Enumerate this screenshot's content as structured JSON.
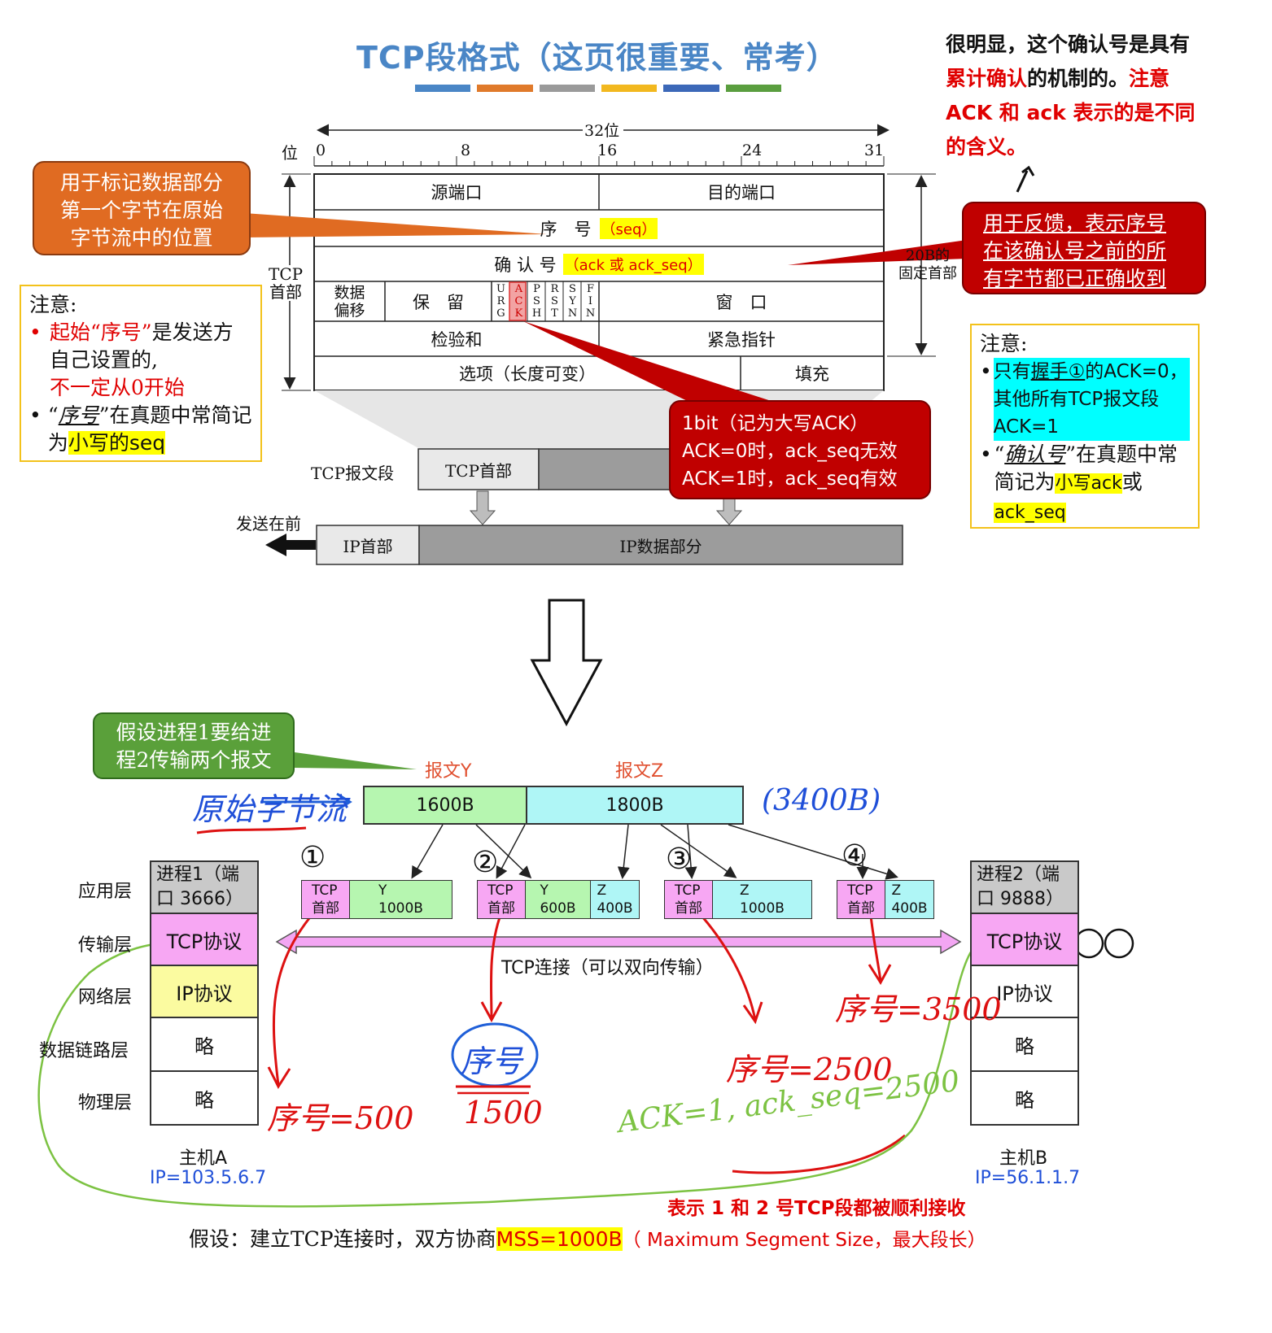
{
  "title": "TCP段格式（这页很重要、常考）",
  "title_bar_colors": [
    "#4a86c6",
    "#e07a2b",
    "#9a9a9a",
    "#f2b81f",
    "#3c68b8",
    "#5a9e3f"
  ],
  "top_right_note": {
    "line1": "很明显，这个确认号是具有",
    "line2_red": "累计确认",
    "line2_black": "的机制的。",
    "line2_red2": "注意",
    "line3": "ACK 和 ack 表示的是不同",
    "line4": "的含义。"
  },
  "format": {
    "bits_label": "32位",
    "pos_label": "位",
    "ticks": [
      "0",
      "8",
      "16",
      "24",
      "31"
    ],
    "src_port": "源端口",
    "dst_port": "目的端口",
    "seq_label": "序　号",
    "seq_tag": "（seq）",
    "ack_label": "确 认 号",
    "ack_tag": "（ack 或 ack_seq）",
    "offset": "数据\n偏移",
    "reserved": "保　留",
    "flags": [
      "URG",
      "ACK",
      "PSH",
      "RST",
      "SYN",
      "FIN"
    ],
    "window": "窗　口",
    "checksum": "检验和",
    "urgent": "紧急指针",
    "options": "选项（长度可变）",
    "padding": "填充",
    "tcp_header_label": "TCP\n首部",
    "fixed_label": "20B的\n固定首部",
    "tcp_segment": "TCP报文段",
    "tcp_head": "TCP首部",
    "send_first": "发送在前",
    "ip_head": "IP首部",
    "ip_data": "IP数据部分"
  },
  "callouts": {
    "seq": "用于标记数据部分\n第一个字节在原始\n字节流中的位置",
    "ack": "用于反馈，表示序号\n在该确认号之前的所\n有字节都已正确收到",
    "ackbit_1": "1bit（记为大写ACK）",
    "ackbit_2": "ACK=0时，ack_seq无效",
    "ackbit_3": "ACK=1时，ack_seq有效",
    "process": "假设进程1要给进\n程2传输两个报文"
  },
  "note_left": {
    "title": "注意:",
    "b1_red1": "起始“序号”",
    "b1_black": "是发送方自己设置的,",
    "b1_red2": "不一定从0开始",
    "b2_a": "“",
    "b2_italic": "序号",
    "b2_b": "”在真题中常简记为",
    "b2_hl": "小写的seq"
  },
  "note_right": {
    "title": "注意:",
    "b1_a": "只有",
    "b1_u": "握手①",
    "b1_b": "的ACK=0，其他所有TCP报文段ACK=1",
    "b2_a": "“",
    "b2_italic": "确认号",
    "b2_b": "”在真题中常简记为",
    "b2_hl1": "小写ack",
    "b2_mid": "或",
    "b2_hl2": "ack_seq"
  },
  "lower": {
    "msg_y": "报文Y",
    "msg_z": "报文Z",
    "stream_hand": "原始字节流",
    "bytes_total": "(3400B)",
    "y_size": "1600B",
    "z_size": "1800B",
    "layers": [
      "应用层",
      "传输层",
      "网络层",
      "数据链路层",
      "物理层"
    ],
    "hostA": {
      "proc": "进程1（端口 3666）",
      "tcp": "TCP协议",
      "ip": "IP协议",
      "dl": "略",
      "ph": "略",
      "name": "主机A",
      "ip_addr": "IP=103.5.6.7"
    },
    "hostB": {
      "proc": "进程2（端口 9888）",
      "tcp": "TCP协议",
      "ip": "IP协议",
      "dl": "略",
      "ph": "略",
      "name": "主机B",
      "ip_addr": "IP=56.1.1.7"
    },
    "seg_nums": [
      "①",
      "②",
      "③",
      "④"
    ],
    "segments": [
      {
        "head": "TCP\n首部",
        "parts": [
          {
            "label": "Y\n1000B"
          }
        ]
      },
      {
        "head": "TCP\n首部",
        "parts": [
          {
            "label": "Y\n600B"
          },
          {
            "label": "Z\n400B"
          }
        ]
      },
      {
        "head": "TCP\n首部",
        "parts": [
          {
            "label": "Z\n1000B"
          }
        ]
      },
      {
        "head": "TCP\n首部",
        "parts": [
          {
            "label": "Z\n400B"
          }
        ]
      }
    ],
    "connection": "TCP连接（可以双向传输）",
    "seq1": "序号=500",
    "seq2_word": "序号",
    "seq2_val": "1500",
    "seq3": "序号=2500",
    "seq4": "序号=3500",
    "ack_hand": "ACK=1, ack_seq=2500",
    "received": "表示 1 和 2 号TCP段都被顺利接收",
    "rcv_nums": "①②",
    "assume_a": "假设：建立TCP连接时，双方协商",
    "assume_hl": "MSS=1000B",
    "assume_b": "（ Maximum Segment Size，最大段长）"
  }
}
